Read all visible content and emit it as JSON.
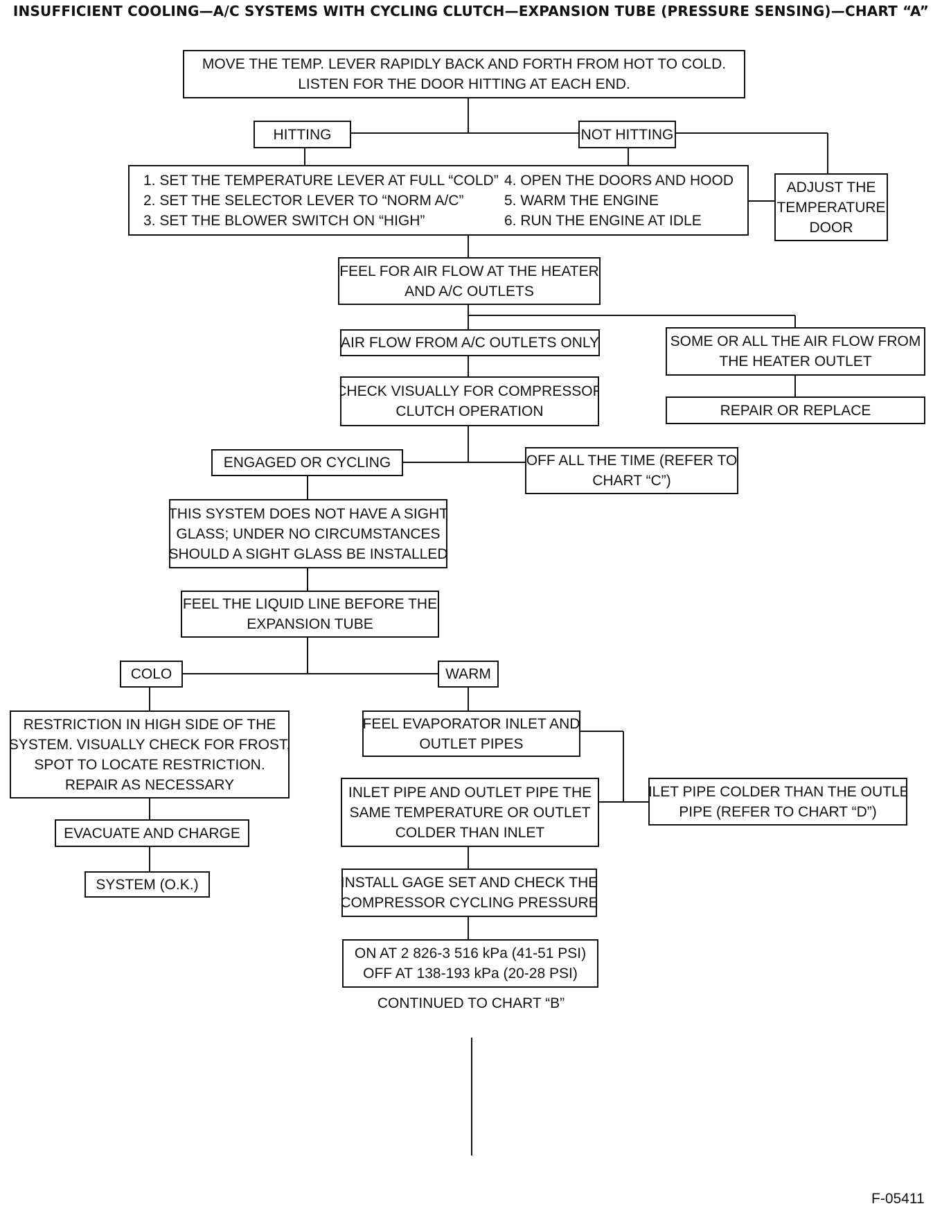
{
  "title": "INSUFFICIENT COOLING—A/C SYSTEMS WITH CYCLING CLUTCH—EXPANSION TUBE (PRESSURE SENSING)—CHART “A”",
  "nodes": {
    "start": [
      "MOVE THE TEMP. LEVER RAPIDLY BACK AND FORTH FROM HOT TO COLD.",
      "LISTEN FOR THE DOOR HITTING AT EACH END."
    ],
    "hitting": [
      "HITTING"
    ],
    "not_hitting": [
      "NOT HITTING"
    ],
    "steps_left": [
      "1.  SET THE TEMPERATURE LEVER AT FULL “COLD”",
      "2.  SET THE SELECTOR LEVER TO “NORM A/C”",
      "3.  SET THE BLOWER SWITCH ON “HIGH”"
    ],
    "steps_right": [
      "4.  OPEN THE DOORS AND HOOD",
      "5.  WARM THE ENGINE",
      "6.  RUN THE ENGINE AT IDLE"
    ],
    "adjust_door": [
      "ADJUST THE",
      "TEMPERATURE",
      "DOOR"
    ],
    "feel_air_flow": [
      "FEEL FOR AIR FLOW AT THE HEATER",
      "AND A/C OUTLETS"
    ],
    "ac_outlets_only": [
      "AIR FLOW FROM A/C OUTLETS ONLY"
    ],
    "heater_outlet": [
      "SOME OR ALL THE AIR FLOW FROM",
      "THE HEATER OUTLET"
    ],
    "repair_replace": [
      "REPAIR OR REPLACE"
    ],
    "check_clutch": [
      "CHECK VISUALLY FOR COMPRESSOR",
      "CLUTCH OPERATION"
    ],
    "engaged_cycling": [
      "ENGAGED OR CYCLING"
    ],
    "off_all_time": [
      "OFF ALL THE TIME (REFER TO",
      "CHART “C”)"
    ],
    "no_sight_glass": [
      "THIS SYSTEM DOES NOT HAVE A SIGHT",
      "GLASS; UNDER NO CIRCUMSTANCES",
      "SHOULD A SIGHT GLASS BE INSTALLED"
    ],
    "feel_liquid_line": [
      "FEEL THE LIQUID LINE BEFORE THE",
      "EXPANSION TUBE"
    ],
    "cold": [
      "COLO"
    ],
    "warm": [
      "WARM"
    ],
    "restriction": [
      "RESTRICTION IN HIGH SIDE OF THE",
      "SYSTEM. VISUALLY CHECK FOR FROST,",
      "SPOT TO LOCATE RESTRICTION.",
      "REPAIR AS NECESSARY"
    ],
    "evacuate_charge": [
      "EVACUATE AND CHARGE"
    ],
    "system_ok": [
      "SYSTEM (O.K.)"
    ],
    "feel_evaporator": [
      "FEEL EVAPORATOR INLET AND",
      "OUTLET PIPES"
    ],
    "inlet_same": [
      "INLET PIPE AND OUTLET PIPE THE",
      "SAME TEMPERATURE OR OUTLET",
      "COLDER THAN INLET"
    ],
    "inlet_colder": [
      "INLET PIPE COLDER THAN THE OUTLET",
      "PIPE (REFER TO CHART “D”)"
    ],
    "install_gage": [
      "INSTALL GAGE SET AND CHECK THE",
      "COMPRESSOR CYCLING PRESSURE"
    ],
    "pressures": [
      "ON AT 2 826-3 516 kPa (41-51 PSI)",
      "OFF AT 138-193 kPa (20-28 PSI)"
    ]
  },
  "continued": "CONTINUED TO CHART “B”",
  "figure_id": "F-05411"
}
